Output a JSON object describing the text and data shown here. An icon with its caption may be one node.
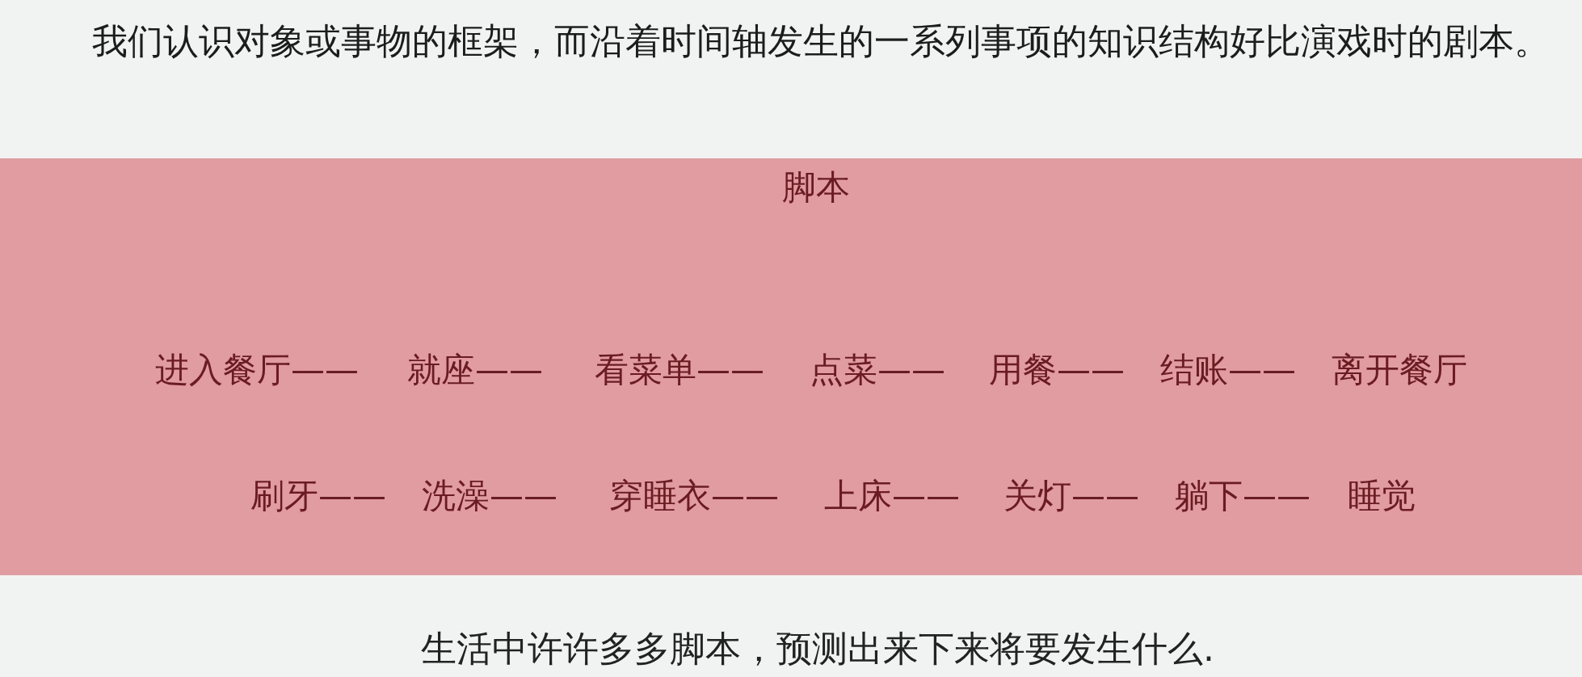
{
  "diagram": {
    "title": "我们认识对象或事物的框架，而沿着时间轴发生的一系列事项的知识结构好比演戏时的剧本。",
    "caption": "生活中许许多多脚本，预测出来下来将要发生什么.",
    "nodes": [
      {
        "text": [
          "脚本",
          "进入餐厅——",
          "就座——",
          "看菜单——",
          "点菜——",
          "用餐——",
          "结账——",
          "离开餐厅",
          "刷牙——",
          "洗澡——",
          "穿睡衣——",
          "上床——",
          "关灯——",
          "躺下——",
          "睡觉"
        ]
      }
    ]
  }
}
